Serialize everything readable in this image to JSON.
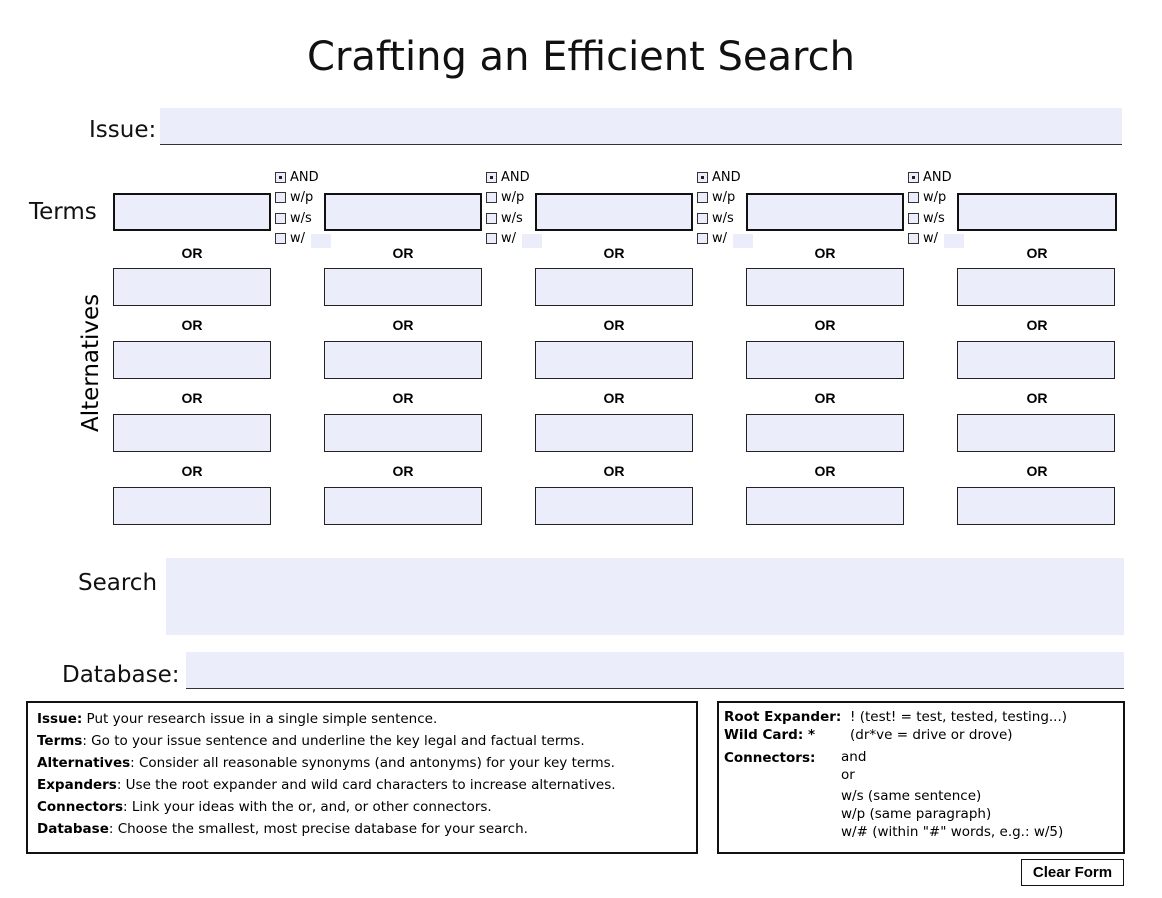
{
  "title": "Crafting an Efficient Search",
  "labels": {
    "issue": "Issue:",
    "terms": "Terms",
    "alternatives": "Alternatives",
    "search": "Search",
    "database": "Database:"
  },
  "or_label": "OR",
  "connectors": [
    "AND",
    "w/p",
    "w/s",
    "w/"
  ],
  "instructions": [
    {
      "term": "Issue:",
      "text": " Put your research issue in a single simple sentence."
    },
    {
      "term": "Terms",
      "text": ": Go to your issue sentence and underline the key legal and factual terms."
    },
    {
      "term": "Alternatives",
      "text": ": Consider all reasonable synonyms (and antonyms) for your key terms."
    },
    {
      "term": "Expanders",
      "text": ": Use the root expander and wild card characters to increase alternatives."
    },
    {
      "term": "Connectors",
      "text": ": Link your ideas with the or, and, or other connectors."
    },
    {
      "term": "Database",
      "text": ":  Choose the smallest, most precise database for your search."
    }
  ],
  "reference": {
    "root_expander_label": "Root Expander:",
    "root_expander_text": "! (test! = test, tested, testing...)",
    "wild_card_label": "Wild Card:  *",
    "wild_card_text": "(dr*ve = drive or drove)",
    "connectors_label": "Connectors:",
    "connector_lines": [
      "and",
      "or",
      "w/s (same sentence)",
      "w/p (same paragraph)",
      "w/# (within \"#\" words, e.g.: w/5)"
    ]
  },
  "clear_form_label": "Clear Form",
  "colors": {
    "field_fill": "#ebedfb",
    "border": "#111111"
  }
}
